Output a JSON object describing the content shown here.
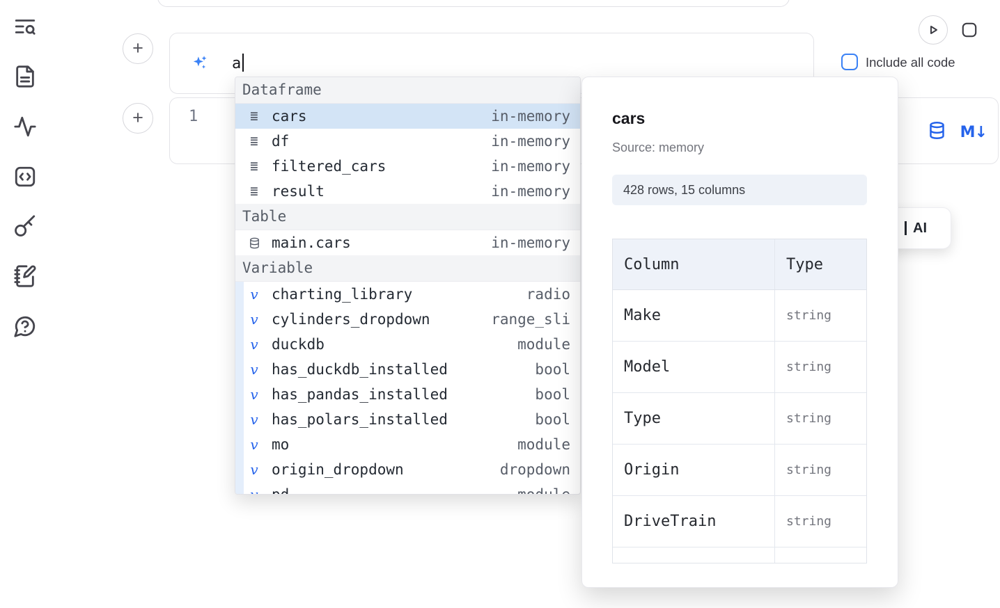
{
  "colors": {
    "accent_blue": "#2563eb",
    "checkbox_blue": "#3b82f6",
    "selected_row": "#d3e4f6"
  },
  "sidebar": {
    "icons": [
      "text-search-panel",
      "files-panel",
      "activity-panel",
      "snippets-panel",
      "secrets-panel",
      "scratchpad-panel",
      "help-panel"
    ]
  },
  "controls": {
    "add_cell_label": "+"
  },
  "ai_prompt": {
    "value": "a",
    "include_all_code_label": "Include all code",
    "include_all_code_checked": false
  },
  "cell": {
    "line_number": "1",
    "markdown_icon": "M↓"
  },
  "ai_button": {
    "label": "AI"
  },
  "completion": {
    "sections": [
      {
        "header": "Dataframe",
        "items": [
          {
            "icon": "dataframe",
            "label": "cars",
            "detail": "in-memory",
            "selected": true
          },
          {
            "icon": "dataframe",
            "label": "df",
            "detail": "in-memory",
            "selected": false
          },
          {
            "icon": "dataframe",
            "label": "filtered_cars",
            "detail": "in-memory",
            "selected": false
          },
          {
            "icon": "dataframe",
            "label": "result",
            "detail": "in-memory",
            "selected": false
          }
        ]
      },
      {
        "header": "Table",
        "items": [
          {
            "icon": "table",
            "label": "main.cars",
            "detail": "in-memory",
            "selected": false
          }
        ]
      },
      {
        "header": "Variable",
        "items": [
          {
            "icon": "variable",
            "label": "charting_library",
            "detail": "radio",
            "selected": false
          },
          {
            "icon": "variable",
            "label": "cylinders_dropdown",
            "detail": "range_sli",
            "selected": false
          },
          {
            "icon": "variable",
            "label": "duckdb",
            "detail": "module",
            "selected": false
          },
          {
            "icon": "variable",
            "label": "has_duckdb_installed",
            "detail": "bool",
            "selected": false
          },
          {
            "icon": "variable",
            "label": "has_pandas_installed",
            "detail": "bool",
            "selected": false
          },
          {
            "icon": "variable",
            "label": "has_polars_installed",
            "detail": "bool",
            "selected": false
          },
          {
            "icon": "variable",
            "label": "mo",
            "detail": "module",
            "selected": false
          },
          {
            "icon": "variable",
            "label": "origin_dropdown",
            "detail": "dropdown",
            "selected": false
          },
          {
            "icon": "variable",
            "label": "pd",
            "detail": "module",
            "selected": false,
            "clipped": true
          }
        ]
      }
    ]
  },
  "preview": {
    "title": "cars",
    "source": "Source: memory",
    "shape": "428 rows, 15 columns",
    "table": {
      "headers": [
        "Column",
        "Type"
      ],
      "rows": [
        [
          "Make",
          "string"
        ],
        [
          "Model",
          "string"
        ],
        [
          "Type",
          "string"
        ],
        [
          "Origin",
          "string"
        ],
        [
          "DriveTrain",
          "string"
        ]
      ]
    }
  }
}
